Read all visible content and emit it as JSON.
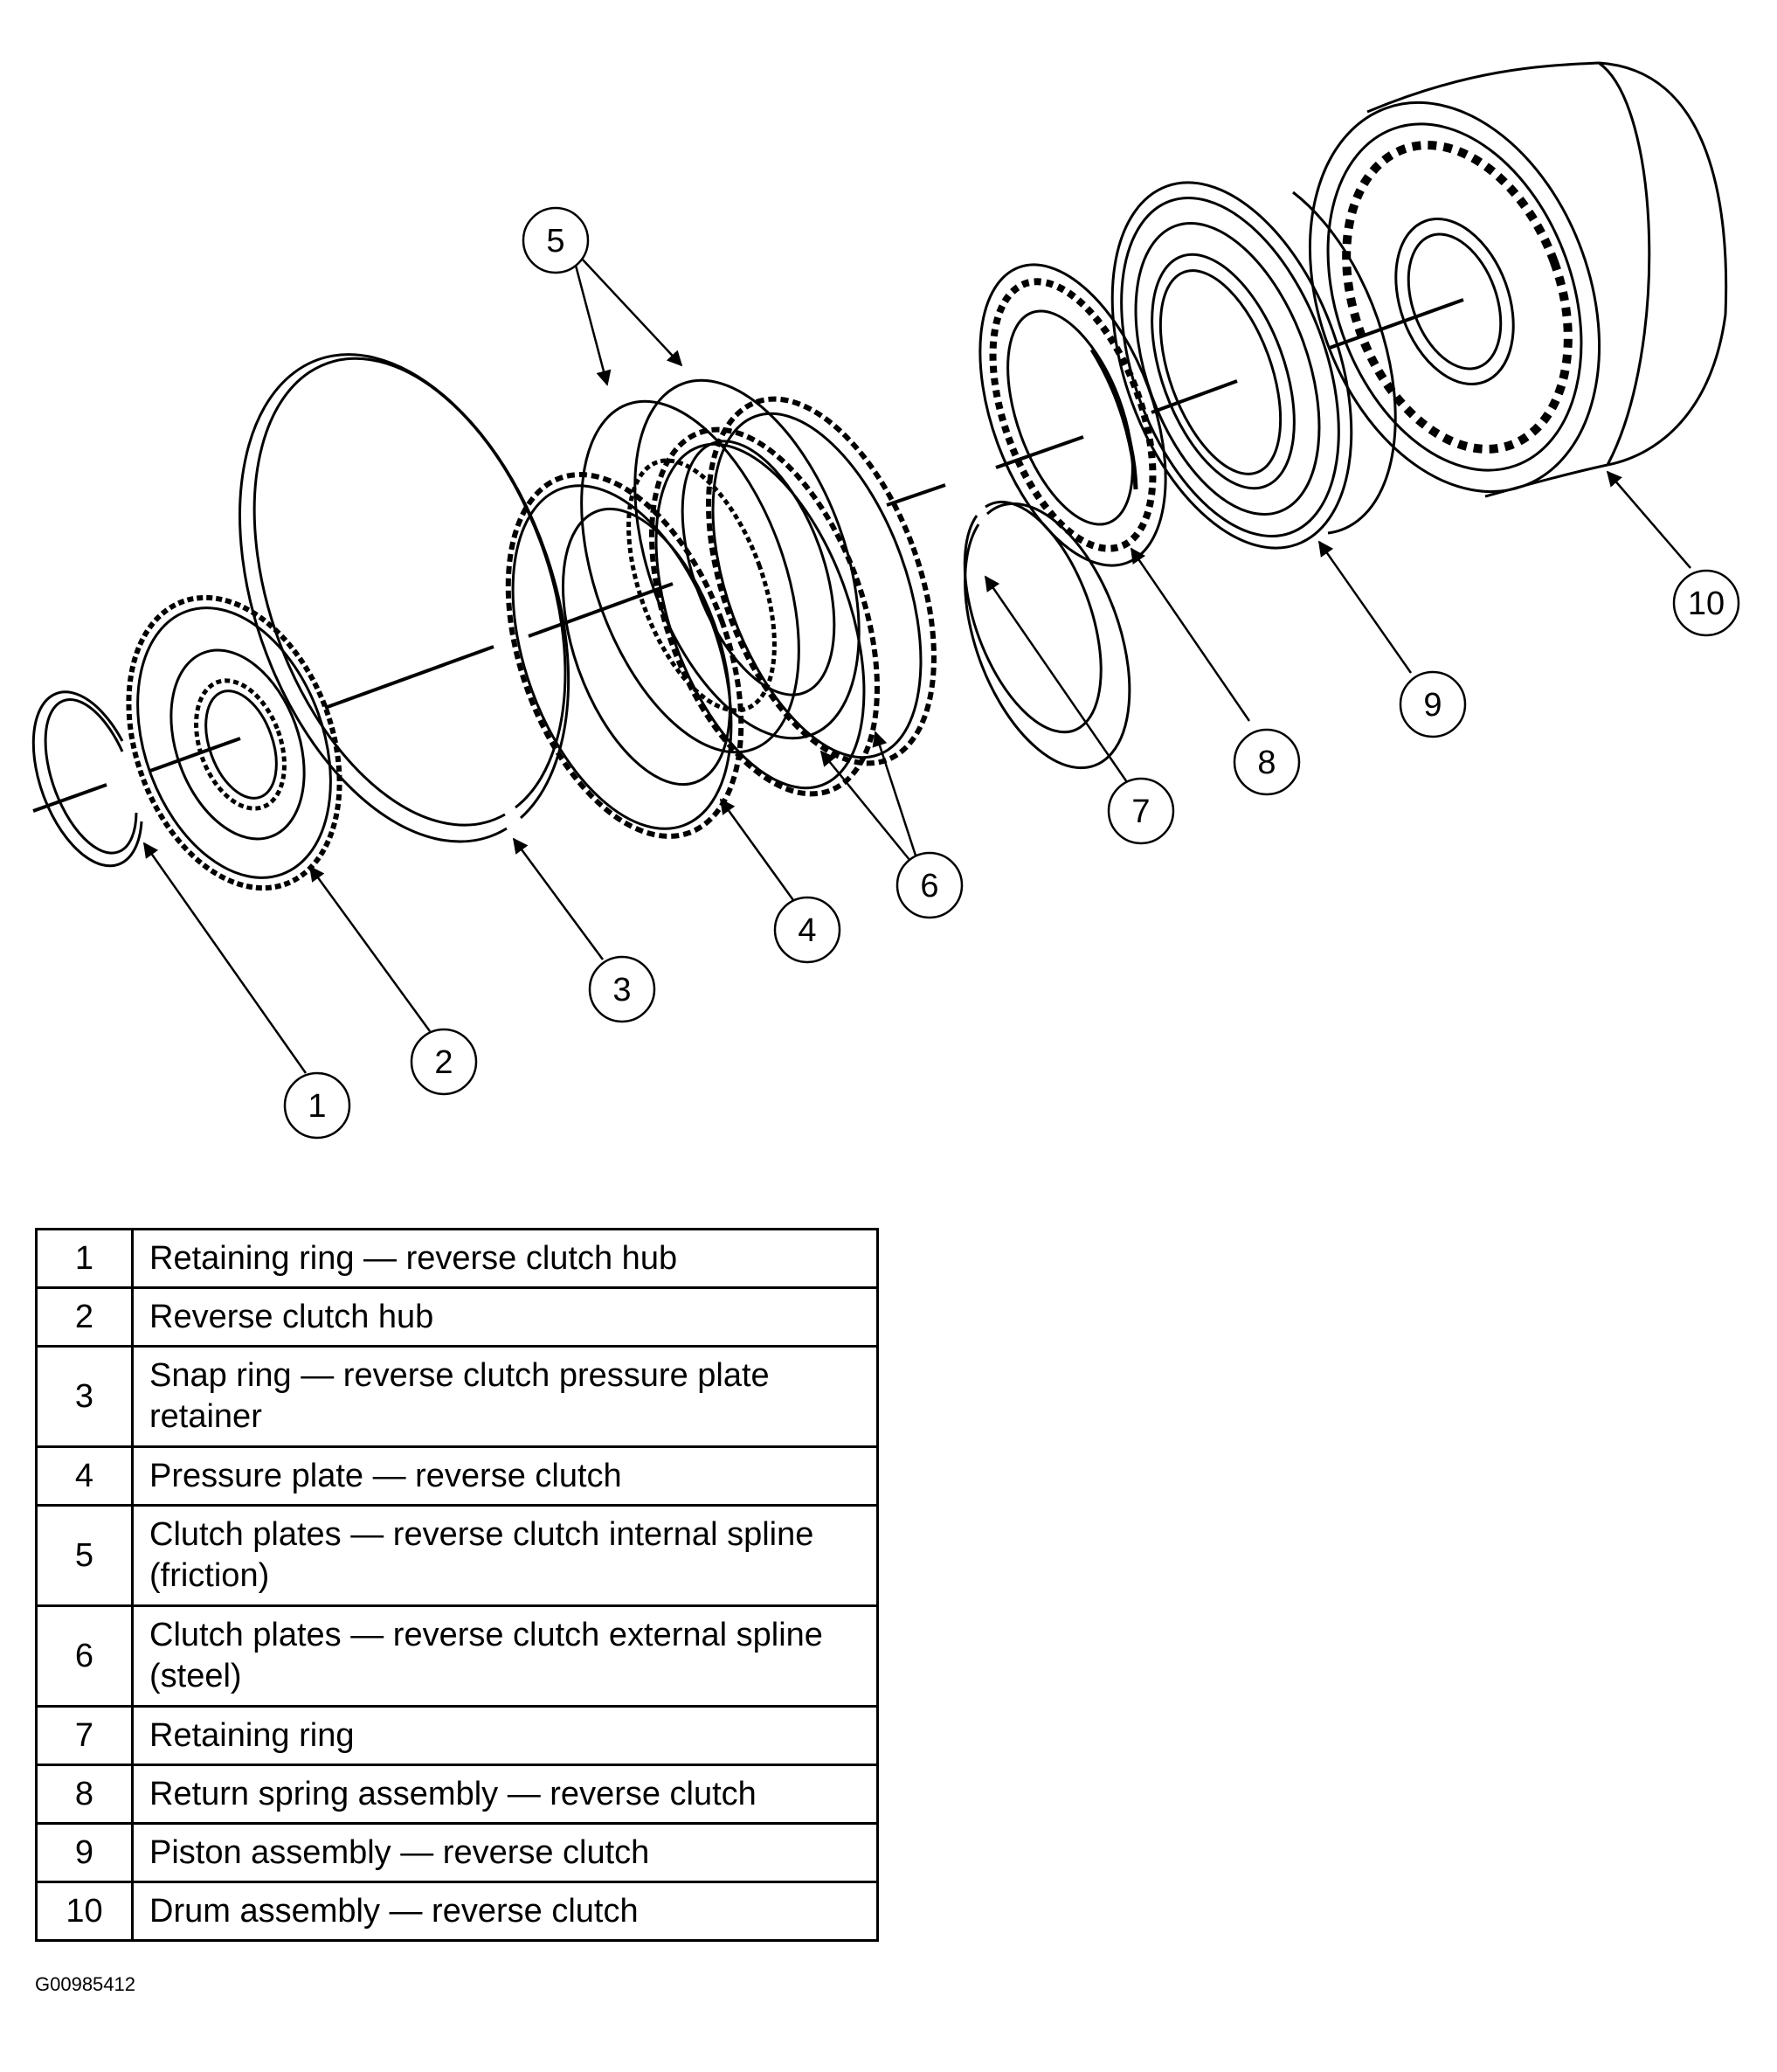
{
  "callouts": [
    "1",
    "2",
    "3",
    "4",
    "5",
    "6",
    "7",
    "8",
    "9",
    "10"
  ],
  "legend": [
    {
      "num": "1",
      "desc": "Retaining ring — reverse clutch hub"
    },
    {
      "num": "2",
      "desc": "Reverse clutch hub"
    },
    {
      "num": "3",
      "desc": "Snap ring — reverse clutch pressure plate retainer"
    },
    {
      "num": "4",
      "desc": "Pressure plate — reverse clutch"
    },
    {
      "num": "5",
      "desc": "Clutch plates — reverse clutch internal spline (friction)"
    },
    {
      "num": "6",
      "desc": "Clutch plates — reverse clutch external spline (steel)"
    },
    {
      "num": "7",
      "desc": "Retaining ring"
    },
    {
      "num": "8",
      "desc": "Return spring assembly — reverse clutch"
    },
    {
      "num": "9",
      "desc": "Piston assembly — reverse clutch"
    },
    {
      "num": "10",
      "desc": "Drum assembly — reverse clutch"
    }
  ],
  "figure_id": "G00985412"
}
